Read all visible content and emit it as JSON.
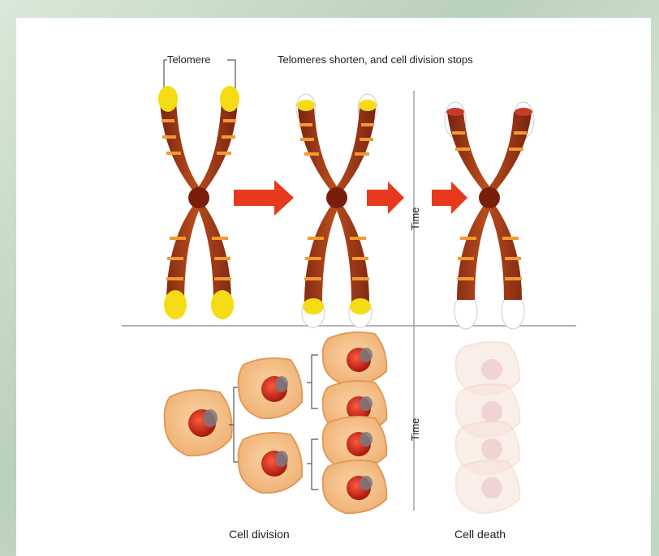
{
  "labels": {
    "telomere": "Telomere",
    "shorten": "Telomeres shorten, and cell division stops",
    "time_top": "Time",
    "time_bottom": "Time",
    "cell_division": "Cell division",
    "cell_death": "Cell death"
  },
  "colors": {
    "chromatid_dark": "#8e2a10",
    "chromatid_mid": "#b24a1a",
    "band_orange": "#f29a2e",
    "telomere_yellow": "#f5dc14",
    "arrow_red": "#e8391c",
    "cell_fill": "#f6c48d",
    "cell_edge": "#e6a86a",
    "nucleus": "#c8281c",
    "dead_cell": "#f6e6de"
  }
}
